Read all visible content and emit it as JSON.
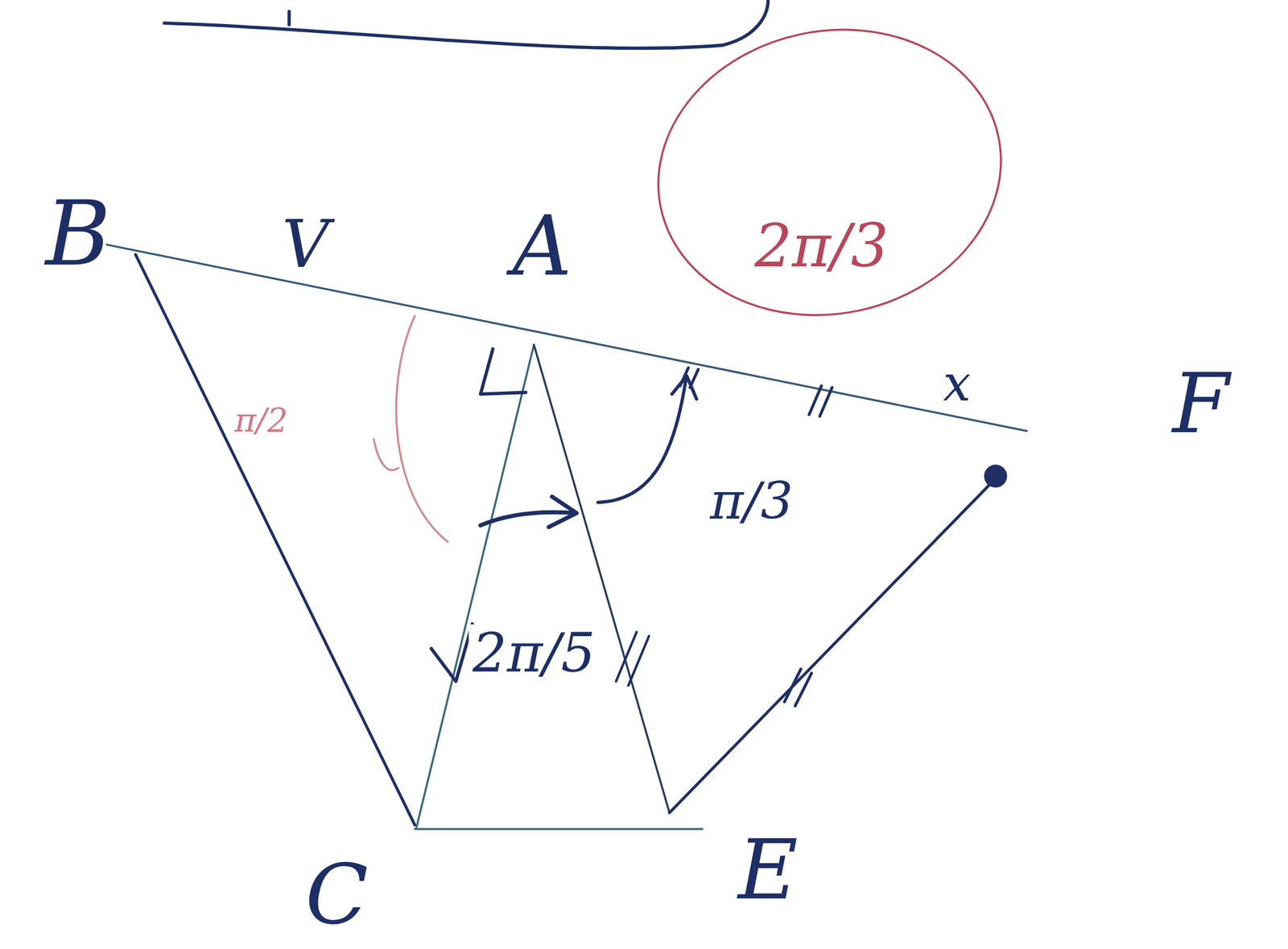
{
  "diagram": {
    "labels": [
      "B",
      "V",
      "A",
      "2π/3",
      "x",
      "F",
      "π/2",
      "π/3",
      "2π/5",
      "C",
      "E"
    ]
  }
}
